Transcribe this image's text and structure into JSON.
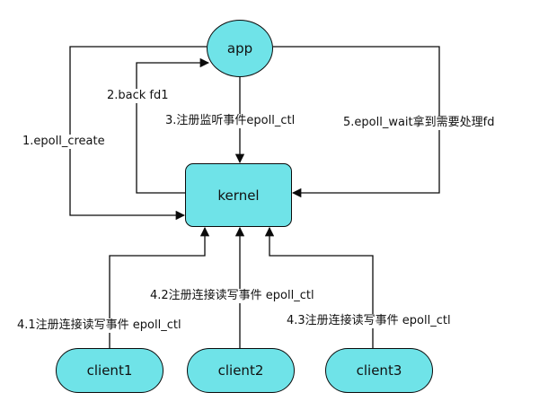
{
  "nodes": {
    "app": "app",
    "kernel": "kernel",
    "client1": "client1",
    "client2": "client2",
    "client3": "client3"
  },
  "edges": {
    "epoll_create": "1.epoll_create",
    "back_fd": "2.back fd1",
    "register": "3.注册监听事件epoll_ctl",
    "client1_register": "4.1注册连接读写事件 epoll_ctl",
    "client2_register": "4.2注册连接读写事件 epoll_ctl",
    "client3_register": "4.3注册连接读写事件 epoll_ctl",
    "epoll_wait": "5.epoll_wait拿到需要处理fd"
  },
  "colors": {
    "node_fill": "#6fe3e8",
    "stroke": "#0b0b0b"
  }
}
